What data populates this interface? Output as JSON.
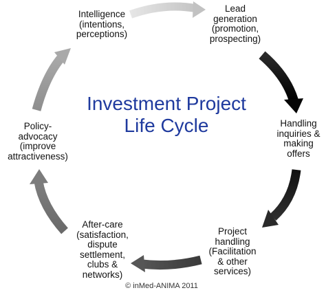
{
  "title": {
    "line1": "Investment Project",
    "line2": "Life Cycle"
  },
  "colors": {
    "title": "#1f3a9e",
    "arrow_light": "#cfcfcf",
    "arrow_mid": "#9a9a9a",
    "arrow_dark": "#4a4a4a",
    "arrow_black": "#111111"
  },
  "stages": [
    {
      "id": "intelligence",
      "label": "Intelligence\n(intentions,\nperceptions)"
    },
    {
      "id": "lead-generation",
      "label": "Lead\ngeneration\n(promotion,\nprospecting)"
    },
    {
      "id": "handling-inquiries",
      "label": "Handling\ninquiries &\nmaking\noffers"
    },
    {
      "id": "project-handling",
      "label": "Project\nhandling\n(Facilitation\n& other\nservices)"
    },
    {
      "id": "after-care",
      "label": "After-care\n(satisfaction,\ndispute\nsettlement,\nclubs &\nnetworks)"
    },
    {
      "id": "policy-advocacy",
      "label": "Policy-\nadvocacy\n(improve\nattractiveness)"
    }
  ],
  "credit": "© inMed-ANIMA 2011"
}
